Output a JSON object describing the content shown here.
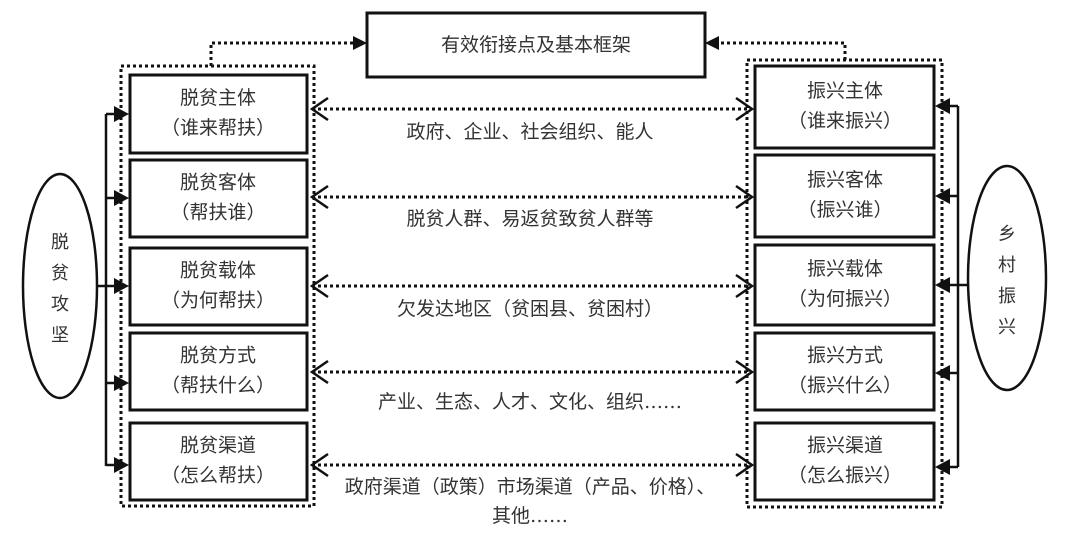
{
  "top_box": {
    "label": "有效衔接点及基本框架"
  },
  "left_ellipse": {
    "chars": [
      "脱",
      "贫",
      "攻",
      "坚"
    ]
  },
  "right_ellipse": {
    "chars": [
      "乡",
      "村",
      "振",
      "兴"
    ]
  },
  "left_boxes": [
    {
      "title": "脱贫主体",
      "sub": "（谁来帮扶）"
    },
    {
      "title": "脱贫客体",
      "sub": "（帮扶谁）"
    },
    {
      "title": "脱贫载体",
      "sub": "（为何帮扶）"
    },
    {
      "title": "脱贫方式",
      "sub": "（帮扶什么）"
    },
    {
      "title": "脱贫渠道",
      "sub": "（怎么帮扶）"
    }
  ],
  "right_boxes": [
    {
      "title": "振兴主体",
      "sub": "（谁来振兴）"
    },
    {
      "title": "振兴客体",
      "sub": "（振兴谁）"
    },
    {
      "title": "振兴载体",
      "sub": "（为何振兴）"
    },
    {
      "title": "振兴方式",
      "sub": "（振兴什么）"
    },
    {
      "title": "振兴渠道",
      "sub": "（怎么振兴）"
    }
  ],
  "links": [
    {
      "label": "政府、企业、社会组织、能人"
    },
    {
      "label": "脱贫人群、易返贫致贫人群等"
    },
    {
      "label": "欠发达地区（贫困县、贫困村）"
    },
    {
      "label": "产业、生态、人才、文化、组织……"
    },
    {
      "label": "政府渠道（政策）市场渠道（产品、价格）、",
      "label_line2": "其他……"
    }
  ]
}
